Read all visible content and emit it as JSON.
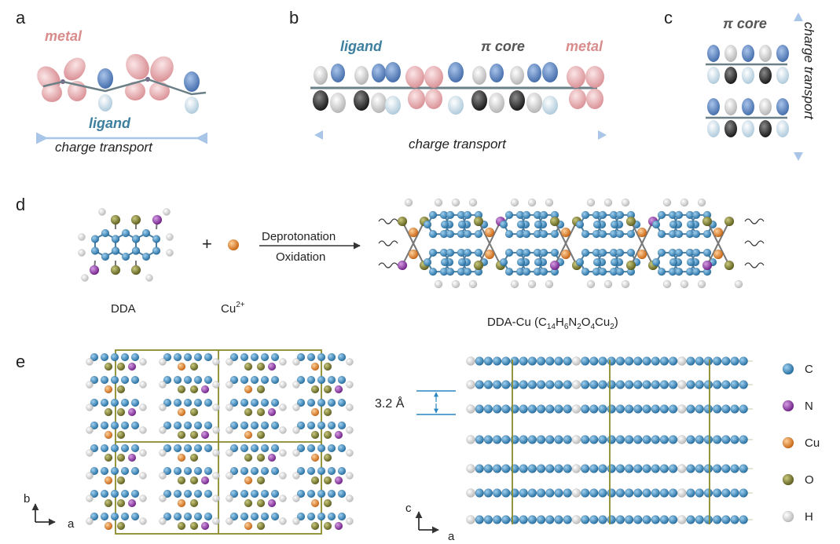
{
  "panels": {
    "a": {
      "label": "a",
      "metal": "metal",
      "ligand": "ligand",
      "transport": "charge transport"
    },
    "b": {
      "label": "b",
      "ligand": "ligand",
      "pi_core": "π core",
      "metal": "metal",
      "transport": "charge transport"
    },
    "c": {
      "label": "c",
      "pi_core": "π core",
      "transport": "charge transport"
    },
    "d": {
      "label": "d",
      "plus": "+",
      "arrow_top": "Deprotonation",
      "arrow_bottom": "Oxidation",
      "reactant1": "DDA",
      "reactant2_base": "Cu",
      "reactant2_sup": "2+",
      "product": {
        "name": "DDA-Cu (",
        "c": "C",
        "c_sub": "14",
        "h": "H",
        "h_sub": "6",
        "n": "N",
        "n_sub": "2",
        "o": "O",
        "o_sub": "4",
        "cu": "Cu",
        "cu_sub": "2",
        "close": ")"
      }
    },
    "e": {
      "label": "e",
      "spacing": "3.2 Å",
      "axes_left": {
        "y": "b",
        "x": "a"
      },
      "axes_right": {
        "y": "c",
        "x": "a"
      }
    }
  },
  "legend": [
    {
      "symbol": "C",
      "color": "#2f7fb3"
    },
    {
      "symbol": "N",
      "color": "#9330a8"
    },
    {
      "symbol": "Cu",
      "color": "#e6821f"
    },
    {
      "symbol": "O",
      "color": "#7a7a2a"
    },
    {
      "symbol": "H",
      "color": "#e8e8e8"
    }
  ],
  "colors": {
    "metal_orbital": "#e8a8ab",
    "ligand_orbital": "#5a83bf",
    "ligand_text": "#3d7f9e",
    "metal_text": "#d98c8c",
    "transport_arrow": "#a9c6e8",
    "cell_line": "#8a8a2a",
    "spacing_line": "#2a86c0"
  }
}
